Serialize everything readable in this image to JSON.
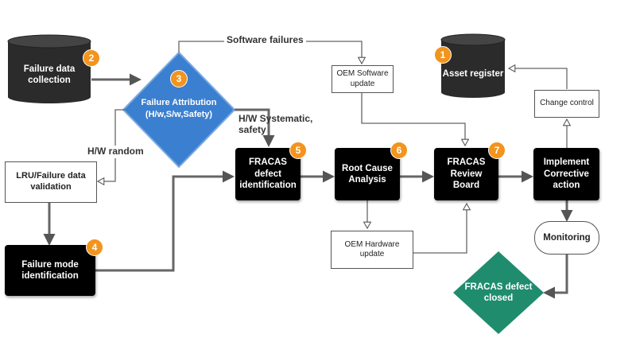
{
  "nodes": {
    "asset_register": {
      "label": "Asset register",
      "badge": "1"
    },
    "failure_data_collection": {
      "label": "Failure data\ncollection",
      "badge": "2"
    },
    "failure_attribution": {
      "label": "Failure Attribution\n(H/w,S/w,Safety)",
      "badge": "3"
    },
    "failure_mode_identification": {
      "label": "Failure mode\nidentification",
      "badge": "4"
    },
    "fracas_defect_identification": {
      "label": "FRACAS\ndefect\nidentification",
      "badge": "5"
    },
    "root_cause_analysis": {
      "label": "Root Cause\nAnalysis",
      "badge": "6"
    },
    "fracas_review_board": {
      "label": "FRACAS\nReview\nBoard",
      "badge": "7"
    },
    "lru_validation": {
      "label": "LRU/Failure data\nvalidation"
    },
    "oem_software_update": {
      "label": "OEM Software\nupdate"
    },
    "oem_hardware_update": {
      "label": "OEM Hardware\nupdate"
    },
    "change_control": {
      "label": "Change control"
    },
    "implement_corrective_action": {
      "label": "Implement\nCorrective\naction"
    },
    "monitoring": {
      "label": "Monitoring"
    },
    "fracas_defect_closed": {
      "label": "FRACAS defect\nclosed"
    }
  },
  "edge_labels": {
    "software_failures": "Software failures",
    "hw_random": "H/W random",
    "hw_systematic": "H/W Systematic,\nsafety"
  },
  "colors": {
    "node_fill": "#000000",
    "badge": "#f2941d",
    "diamond": "#3b7fd0",
    "closed_diamond": "#1f8c6e",
    "cylinder": "#2b2b2b",
    "connector": "#666666"
  }
}
